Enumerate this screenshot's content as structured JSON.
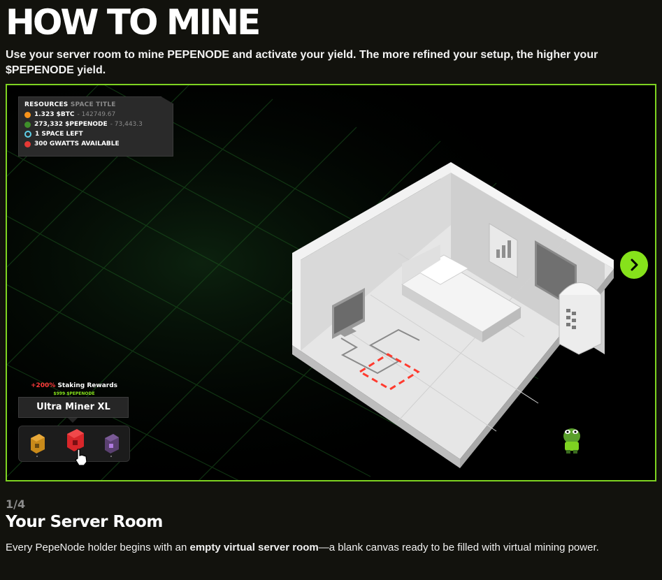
{
  "page": {
    "title": "HOW TO MINE",
    "intro": "Use your server room to mine PEPENODE and activate your yield. The more refined your setup, the higher your $PEPENODE yield."
  },
  "resources": {
    "heading": "RESOURCES",
    "subheading": "SPACE TITLE",
    "items": [
      {
        "icon": "btc-coin-icon",
        "color": "#f7931a",
        "label": "1.323 $BTC",
        "extra": "- 142749.67"
      },
      {
        "icon": "pepenode-coin-icon",
        "color": "#3f8f2a",
        "label": "273,332 $PEPENODE",
        "extra": "- 73,443.3"
      },
      {
        "icon": "space-ring-icon",
        "color": "#5fd0e8",
        "label": "1 SPACE LEFT",
        "extra": ""
      },
      {
        "icon": "power-icon",
        "color": "#e53935",
        "label": "300 GWATTS AVAILABLE",
        "extra": ""
      }
    ]
  },
  "miner": {
    "bonus_pct": "+200%",
    "bonus_label": "Staking Rewards",
    "price": "$999 $PEPENODE",
    "name": "Ultra Miner XL",
    "slots": [
      {
        "name": "miner-slot-gold",
        "color": "#c98a1a"
      },
      {
        "name": "miner-slot-red",
        "color": "#d8262a",
        "selected": true
      },
      {
        "name": "miner-slot-purple",
        "color": "#6a4a8c"
      }
    ]
  },
  "colors": {
    "accent": "#86e21b",
    "frame_border": "#7ed321",
    "background": "#12120d",
    "placement_marker": "#ff3b2f"
  },
  "step": {
    "counter": "1/4",
    "title": "Your Server Room",
    "desc_before": "Every PepeNode holder begins with an ",
    "desc_bold": "empty virtual server room",
    "desc_after": "—a blank canvas ready to be filled with virtual mining power."
  }
}
